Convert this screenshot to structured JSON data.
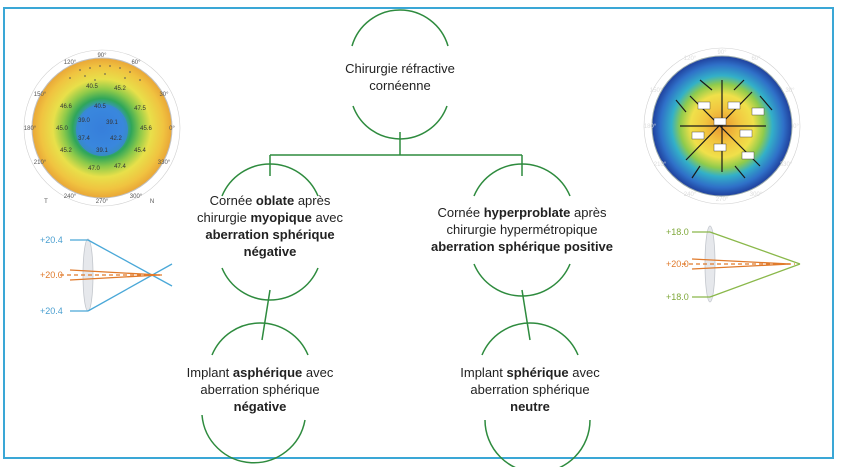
{
  "colors": {
    "frame": "#3aa7d6",
    "connector": "#2e8b3e",
    "blue_line": "#4aa8d8",
    "orange_line": "#e07a2b",
    "green_line": "#8ab84a"
  },
  "nodes": {
    "root": {
      "line1": "Chirurgie réfractive",
      "line2": "cornéenne"
    },
    "oblate": {
      "l1_pre": "Cornée ",
      "l1_bold": "oblate",
      "l1_post": " après",
      "l2_pre": "chirurgie ",
      "l2_bold": "myopique",
      "l2_post": " avec",
      "l3_bold": "aberration sphérique",
      "l4_bold": "négative"
    },
    "hyperprolate": {
      "l1_pre": "Cornée ",
      "l1_bold": "hyperproblate",
      "l1_post": " après",
      "l2": "chirurgie hypermétropique",
      "l3_bold": "aberration sphérique positive"
    },
    "aspheric": {
      "l1_pre": "Implant ",
      "l1_bold": "asphérique",
      "l1_post": " avec",
      "l2": "aberration sphérique",
      "l3_bold": "négative"
    },
    "spheric": {
      "l1_pre": "Implant ",
      "l1_bold": "sphérique",
      "l1_post": " avec",
      "l2": "aberration sphérique",
      "l3_bold": "neutre"
    }
  },
  "left_lens": {
    "top": "+20.4",
    "mid": "+20.0",
    "bot": "+20.4"
  },
  "right_lens": {
    "top": "+18.0",
    "mid": "+20.0",
    "bot": "+18.0"
  }
}
